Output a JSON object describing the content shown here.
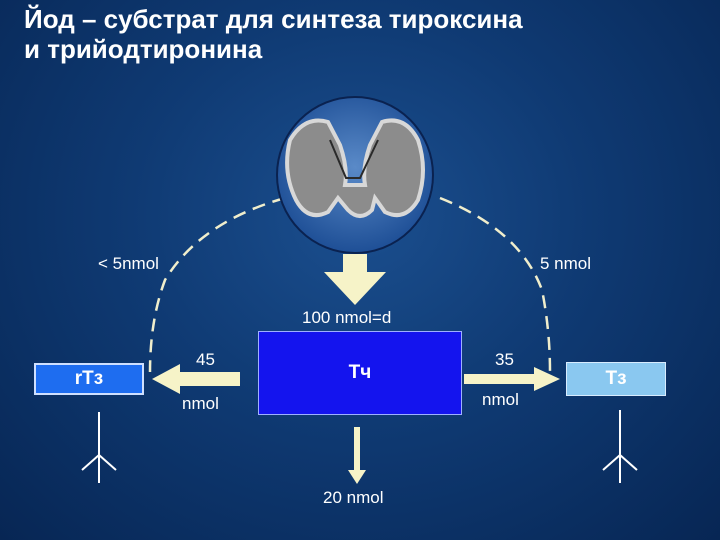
{
  "title": {
    "line1": "Йод – субстрат для синтеза тироксина",
    "line2": "и трийодтиронина"
  },
  "labels": {
    "left_uptake": "< 5nmol",
    "right_uptake": "5 nmol",
    "secretion": "100 nmol=d",
    "to_rt3_value": "45",
    "to_rt3_unit": "nmol",
    "to_t3_value": "35",
    "to_t3_unit": "nmol",
    "excretion": "20 nmol"
  },
  "boxes": {
    "rt3": "rТз",
    "t4": "Тч",
    "t3": "Тз"
  },
  "colors": {
    "background": "#0f3a73",
    "rt3_box": "#1e6df0",
    "t4_box": "#1414ee",
    "t3_box": "#8ac8f0",
    "arrow": "#f6f3c8",
    "dashed": "#f0eecc"
  }
}
